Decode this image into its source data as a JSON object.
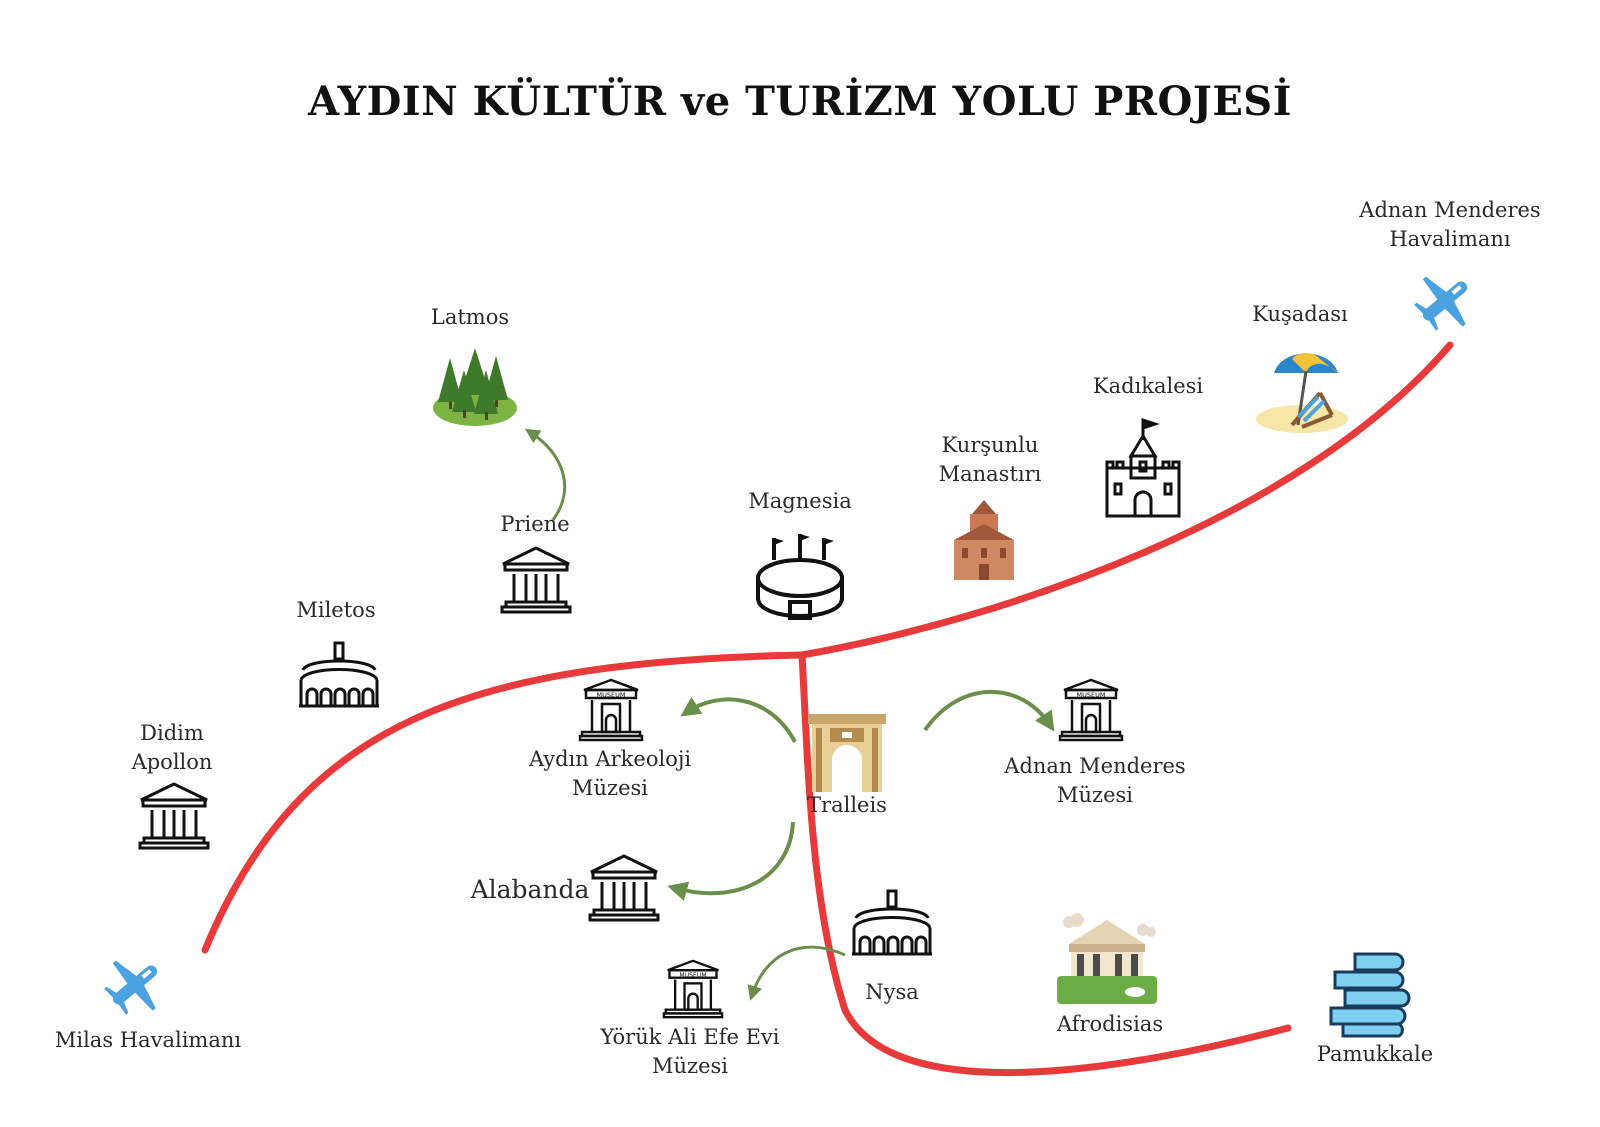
{
  "title": "AYDIN KÜLTÜR ve TURİZM YOLU PROJESİ",
  "colors": {
    "route": "#e8393b",
    "arrow": "#6a8f4a",
    "plane": "#4aa3e0"
  },
  "places": {
    "latmos": "Latmos",
    "priene": "Priene",
    "miletos": "Miletos",
    "didim_1": "Didim",
    "didim_2": "Apollon",
    "milas": "Milas Havalimanı",
    "magnesia": "Magnesia",
    "kursunlu_1": "Kurşunlu",
    "kursunlu_2": "Manastırı",
    "kadikalesi": "Kadıkalesi",
    "kusadasi": "Kuşadası",
    "adnan_airport_1": "Adnan Menderes",
    "adnan_airport_2": "Havalimanı",
    "aydin_museum_1": "Aydın Arkeoloji",
    "aydin_museum_2": "Müzesi",
    "tralleis": "Tralleis",
    "adnan_museum_1": "Adnan Menderes",
    "adnan_museum_2": "Müzesi",
    "alabanda": "Alabanda",
    "nysa": "Nysa",
    "yoruk_1": "Yörük Ali Efe Evi",
    "yoruk_2": "Müzesi",
    "afrodisias": "Afrodisias",
    "pamukkale": "Pamukkale"
  },
  "museum_sign": "MUSEUM"
}
